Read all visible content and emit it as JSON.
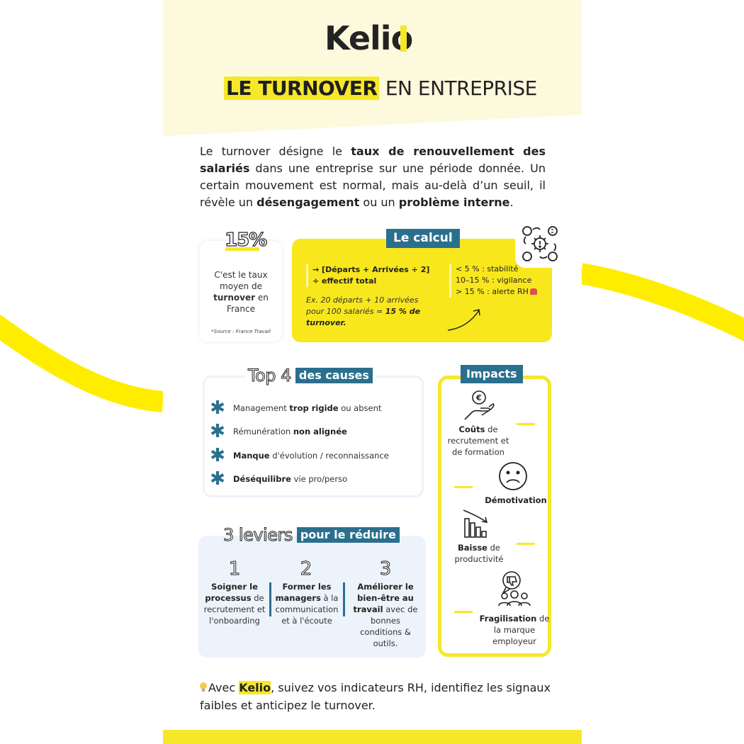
{
  "brand": {
    "logo_text_main": "Keli",
    "logo_text_o": "o",
    "accent_yellow": "#f6e72a",
    "accent_blue": "#2b6f8e"
  },
  "title": {
    "highlight": "LE TURNOVER",
    "rest": " EN ENTREPRISE"
  },
  "intro": {
    "p1": "Le turnover désigne le ",
    "b1": "taux de renouvellement des salariés",
    "p2": " dans une entreprise sur une période donnée. Un certain mouvement est normal, mais au-delà d’un seuil, il révèle un ",
    "b2": "désengagement",
    "p3": " ou un ",
    "b3": "problème interne",
    "p4": "."
  },
  "stat": {
    "value": "15%",
    "text_pre": "C'est le taux moyen de ",
    "text_bold": "turnover",
    "text_post": " en France",
    "source": "*Source : France Travail"
  },
  "calcul": {
    "label": "Le calcul",
    "formula_line1": "→ [Départs + Arrivées ÷ 2]",
    "formula_line2": "÷ effectif total",
    "example_pre": "Ex. 20 départs + 10 arrivées pour 100 salariés = ",
    "example_bold": "15 % de turnover.",
    "scale": [
      {
        "text": "< 5 % : stabilité"
      },
      {
        "text": "10–15 % : vigilance"
      },
      {
        "text": "> 15 % : alerte RH"
      }
    ]
  },
  "causes": {
    "title_outline": "Top 4",
    "title_chip": "des causes",
    "items": [
      {
        "pre": "Management ",
        "bold": "trop rigide",
        "post": " ou absent"
      },
      {
        "pre": "Rémunération ",
        "bold": "non alignée",
        "post": ""
      },
      {
        "pre": "",
        "bold": "Manque",
        "post": " d'évolution / reconnaissance"
      },
      {
        "pre": "",
        "bold": "Déséquilibre",
        "post": " vie pro/perso"
      }
    ]
  },
  "levers": {
    "title_outline": "3 leviers",
    "title_chip": "pour le réduire",
    "items": [
      {
        "num": "1",
        "bold": "Soigner le processus",
        "post": " de recrutement et l'onboarding"
      },
      {
        "num": "2",
        "bold": "Former les managers",
        "post": " à la communication et à l'écoute"
      },
      {
        "num": "3",
        "bold": "Améliorer le bien-être au travail",
        "post": " avec de bonnes conditions & outils."
      }
    ]
  },
  "impacts": {
    "label": "Impacts",
    "items": [
      {
        "bold": "Coûts",
        "post": " de recrutement et de formation",
        "icon": "hand-euro-icon"
      },
      {
        "bold": "Démotivation",
        "post": "",
        "icon": "sad-face-icon"
      },
      {
        "bold": "Baisse",
        "post": " de productivité",
        "icon": "declining-chart-icon"
      },
      {
        "bold": "Fragilisation",
        "post": " de la marque employeur",
        "icon": "group-thumbs-down-icon"
      }
    ]
  },
  "footer": {
    "pre": "Avec ",
    "brand": "Kelio",
    "post": ", suivez vos indicateurs RH, identifiez les signaux faibles et anticipez le turnover."
  }
}
